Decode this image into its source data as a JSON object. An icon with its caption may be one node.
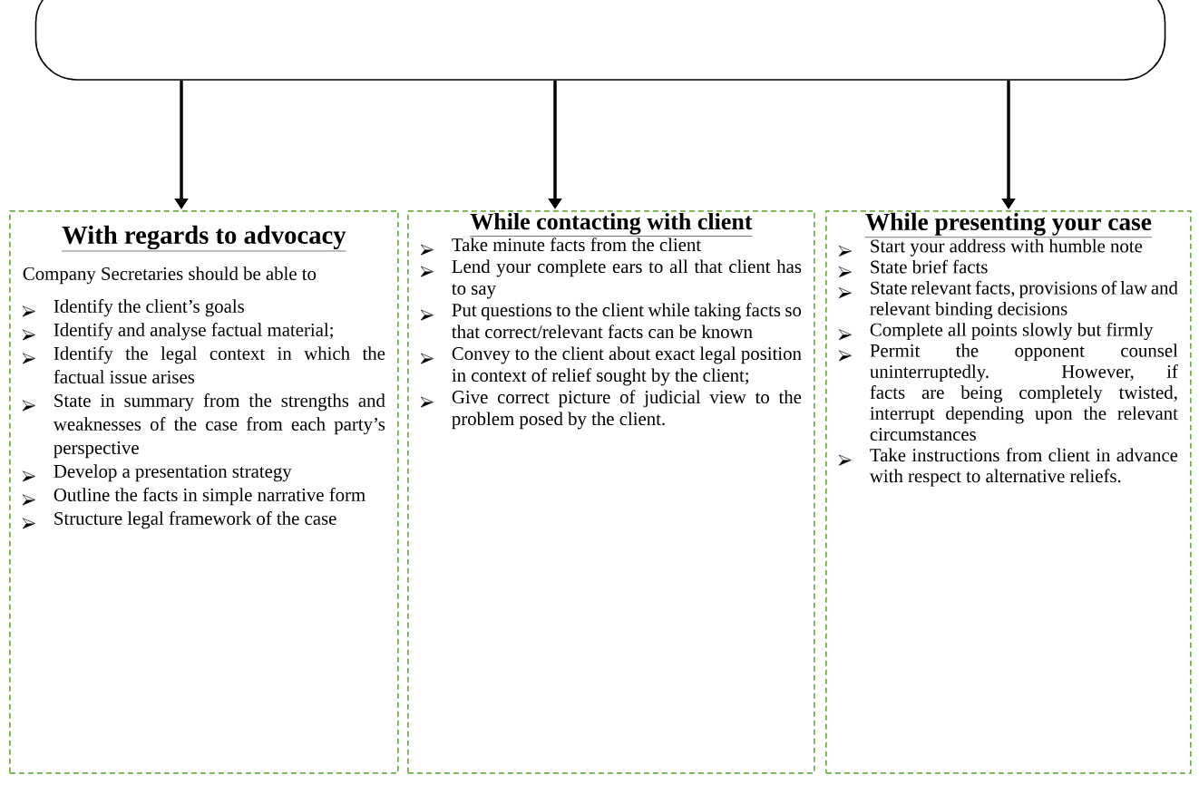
{
  "diagram": {
    "nodes": [
      {
        "text": [],
        "shape": "box"
      },
      {
        "text": [
          "With regards to advocacy",
          "Company Secretaries should be able to",
          "Identify the client’s goals",
          "Identify and analyse factual material;",
          "Identify the legal context in which the factual issue arises",
          "State in summary from the strengths and weaknesses of the case from each party’s perspective",
          "Develop a presentation strategy",
          "Outline the facts in simple narrative form",
          "Structure legal framework of the case"
        ]
      },
      {
        "text": [
          "While contacting with client",
          "Take minute facts from the client",
          "Lend your complete ears to all that client has to say",
          "Put questions to the client while taking facts so that correct/relevant facts can be known",
          "Convey to the client about exact legal position in context of relief sought by the client;",
          "Give correct picture of judicial view to the problem posed by the client."
        ]
      },
      {
        "text": [
          "While presenting your case",
          "Start your address with humble note",
          "State brief facts",
          "State relevant facts, provisions of law and relevant binding decisions",
          "Complete all points slowly but firmly",
          "Permit the opponent counsel uninterruptedly. However, if facts are being completely twisted, interrupt depending upon the relevant circumstances",
          "Take instructions from client in advance with respect to alternative reliefs."
        ]
      }
    ],
    "edges": [
      {
        "from": 0,
        "to": 1,
        "arrow": "to"
      },
      {
        "from": 0,
        "to": 2,
        "arrow": "to"
      },
      {
        "from": 0,
        "to": 3,
        "arrow": "to"
      }
    ]
  }
}
